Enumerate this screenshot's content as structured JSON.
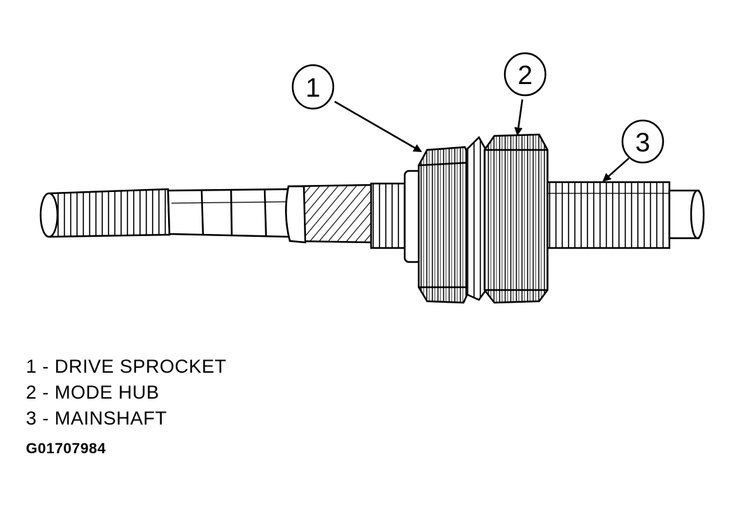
{
  "callouts": [
    {
      "number": "1",
      "part": "drive-sprocket"
    },
    {
      "number": "2",
      "part": "mode-hub"
    },
    {
      "number": "3",
      "part": "mainshaft"
    }
  ],
  "legend": [
    {
      "text": "1 - DRIVE SPROCKET"
    },
    {
      "text": "2 - MODE HUB"
    },
    {
      "text": "3 - MAINSHAFT"
    }
  ],
  "figure_id": "G01707984"
}
